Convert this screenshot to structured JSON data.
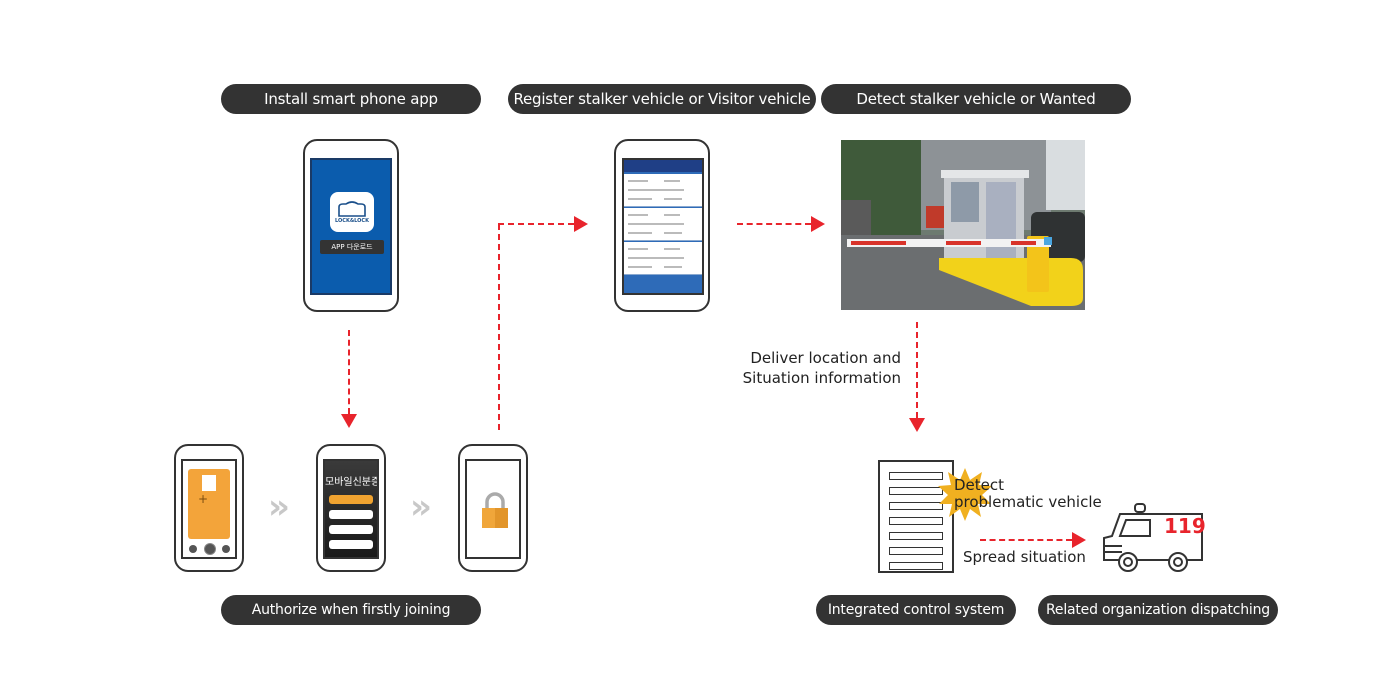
{
  "steps": {
    "install": "Install smart phone app",
    "register": "Register stalker vehicle or Visitor vehicle",
    "detect": "Detect stalker vehicle or Wanted",
    "authorize": "Authorize when firstly joining",
    "control": "Integrated control system",
    "dispatch": "Related organization dispatching"
  },
  "app_phone": {
    "logo_text": "LOCK&LOCK",
    "download_button": "APP 다운로드",
    "screen_color": "#0b5cad"
  },
  "id_phone": {
    "title": "모바일신분증"
  },
  "labels": {
    "deliver_line1": "Deliver location and",
    "deliver_line2": "Situation information",
    "detect_line1": "Detect",
    "detect_line2": "problematic vehicle",
    "spread": "Spread situation",
    "ambulance_number": "119"
  },
  "icons": {
    "chevron": "»"
  },
  "colors": {
    "arrow": "#e8242c",
    "pill_bg": "#333333",
    "accent_orange": "#f0a330",
    "starburst": "#f0b020"
  }
}
